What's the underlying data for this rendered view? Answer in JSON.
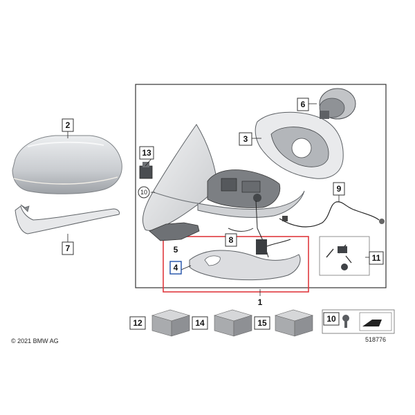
{
  "callouts": {
    "c1": "1",
    "c2": "2",
    "c3": "3",
    "c4": "4",
    "c5": "5",
    "c6": "6",
    "c7": "7",
    "c8": "8",
    "c9": "9",
    "c10a": "10",
    "c10b": "10",
    "c11": "11",
    "c12": "12",
    "c13": "13",
    "c14": "14",
    "c15": "15"
  },
  "footer": {
    "copyright": "© 2021 BMW AG",
    "code": "518776"
  },
  "colors": {
    "highlight": "#e0393e",
    "frame": "#333333",
    "part_fill": "#d9dadc",
    "part_dark": "#6f7174"
  }
}
